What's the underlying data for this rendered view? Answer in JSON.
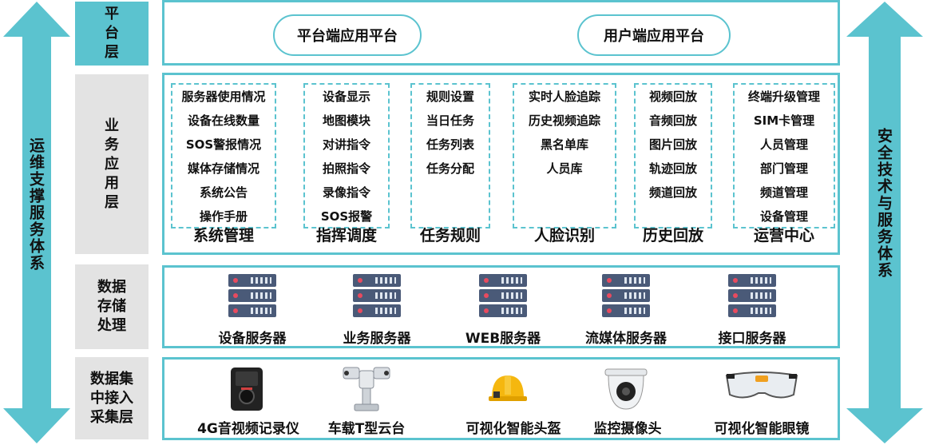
{
  "left_support": {
    "label": "运维支撑服务体系"
  },
  "right_support": {
    "label": "安全技术与服务体系"
  },
  "colors": {
    "accent": "#5bc3cf",
    "label_bg": "#e3e3e3",
    "server": "#4a5a78"
  },
  "layers": {
    "platform": {
      "label": "平台层",
      "pills": [
        "平台端应用平台",
        "用户端应用平台"
      ]
    },
    "business": {
      "label": "业务应用层",
      "groups": [
        {
          "title": "系统管理",
          "items": [
            "服务器使用情况",
            "设备在线数量",
            "SOS警报情况",
            "媒体存储情况",
            "系统公告",
            "操作手册"
          ]
        },
        {
          "title": "指挥调度",
          "items": [
            "设备显示",
            "地图模块",
            "对讲指令",
            "拍照指令",
            "录像指令",
            "SOS报警"
          ]
        },
        {
          "title": "任务规则",
          "items": [
            "规则设置",
            "当日任务",
            "任务列表",
            "任务分配"
          ]
        },
        {
          "title": "人脸识别",
          "items": [
            "实时人脸追踪",
            "历史视频追踪",
            "黑名单库",
            "人员库"
          ]
        },
        {
          "title": "历史回放",
          "items": [
            "视频回放",
            "音频回放",
            "图片回放",
            "轨迹回放",
            "频道回放"
          ]
        },
        {
          "title": "运营中心",
          "items": [
            "终端升级管理",
            "SIM卡管理",
            "人员管理",
            "部门管理",
            "频道管理",
            "设备管理"
          ]
        }
      ]
    },
    "storage": {
      "label": "数据存储处理",
      "servers": [
        "设备服务器",
        "业务服务器",
        "WEB服务器",
        "流媒体服务器",
        "接口服务器"
      ]
    },
    "access": {
      "label": "数据集中接入采集层",
      "devices": [
        {
          "name": "4G音视频记录仪",
          "icon": "body-camera-icon"
        },
        {
          "name": "车载T型云台",
          "icon": "ptz-camera-icon"
        },
        {
          "name": "可视化智能头盔",
          "icon": "helmet-icon"
        },
        {
          "name": "监控摄像头",
          "icon": "dome-camera-icon"
        },
        {
          "name": "可视化智能眼镜",
          "icon": "smart-glasses-icon"
        }
      ]
    }
  }
}
